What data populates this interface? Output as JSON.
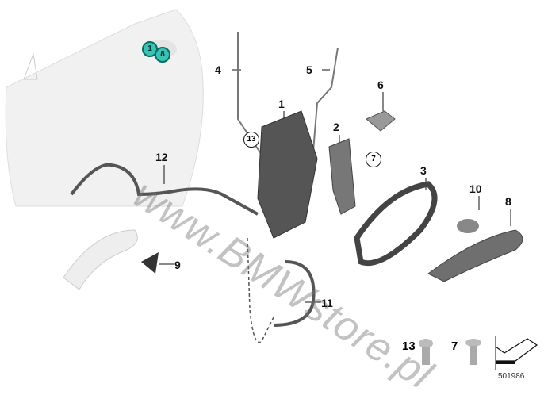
{
  "diagram_id": "501986",
  "watermark": "www.BMWstore.pl",
  "door_markers": [
    "1",
    "8"
  ],
  "callouts": {
    "part1": "1",
    "part2": "2",
    "part3": "3",
    "part4": "4",
    "part5": "5",
    "part6": "6",
    "part8": "8",
    "part9": "9",
    "part10": "10",
    "part11": "11",
    "part12": "12",
    "ref13": "13",
    "ref7": "7"
  },
  "legend": {
    "screw13": "13",
    "screw7": "7"
  },
  "colors": {
    "marker_fill": "#36c4b4",
    "marker_border": "#0c6b63"
  }
}
